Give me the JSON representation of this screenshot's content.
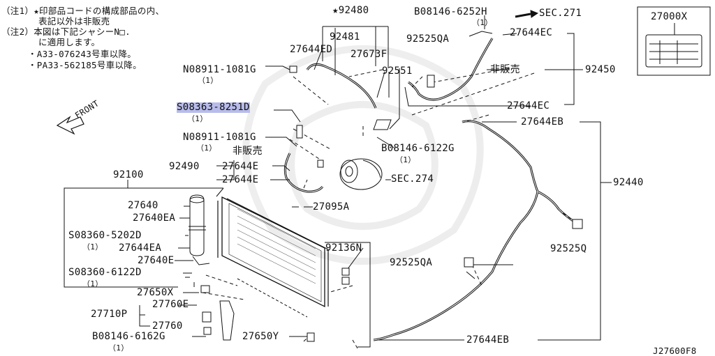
{
  "notes": [
    "（注1）★印部品コードの構成部品の内、",
    "表記以外は非販売",
    "（注2）本図は下記シャシーN□.",
    "に適用します。",
    "・A33-076243号車以降。",
    "・PA33-562185号車以降。"
  ],
  "front_label": "FRONT",
  "legend_box_label": "27000X",
  "drawing_id": "J27600F8",
  "labels": {
    "p92480": "★92480",
    "p92481": "92481",
    "p27673F": "27673F",
    "p27644ED": "27644ED",
    "b08146_6252H": "B08146-6252H",
    "b08146_6252H_q": "（1）",
    "sec271": "SEC.271",
    "p27644EC_top": "27644EC",
    "p92525QA_top": "92525QA",
    "p92551": "92551",
    "hihanbai_top": "非販売",
    "p92450": "92450",
    "p27644EC_mid": "27644EC",
    "n08911_1081G_1": "N08911-1081G",
    "n08911_1081G_1_q": "（1）",
    "s08363": "S08363-8251D",
    "s08363_q": "（1）",
    "p27644EB_top": "27644EB",
    "n08911_1081G_2": "N08911-1081G",
    "n08911_1081G_2_q": "（1）",
    "b08146_6122G": "B08146-6122G",
    "b08146_6122G_q": "（1）",
    "hihanbai_left": "非販売",
    "p92490": "92490",
    "p27644E_1": "27644E",
    "p27644E_2": "27644E",
    "sec274": "SEC.274",
    "p92440": "92440",
    "p92100": "92100",
    "p27640": "27640",
    "p27095A": "27095A",
    "p27640EA": "27640EA",
    "s08360_5202D": "S08360-5202D",
    "s08360_5202D_q": "（1）",
    "p27644EA": "27644EA",
    "p92136N": "92136N",
    "p92525Q": "92525Q",
    "p27640E": "27640E",
    "p92525QA_right": "92525QA",
    "s08360_6122D": "S08360-6122D",
    "s08360_6122D_q": "（1）",
    "p27650X": "27650X",
    "p27760E": "27760E",
    "p27710P": "27710P",
    "p27760": "27760",
    "b08146_6162G": "B08146-6162G",
    "b08146_6162G_q": "（1）",
    "p27650Y": "27650Y",
    "p27644EB_bot": "27644EB"
  }
}
